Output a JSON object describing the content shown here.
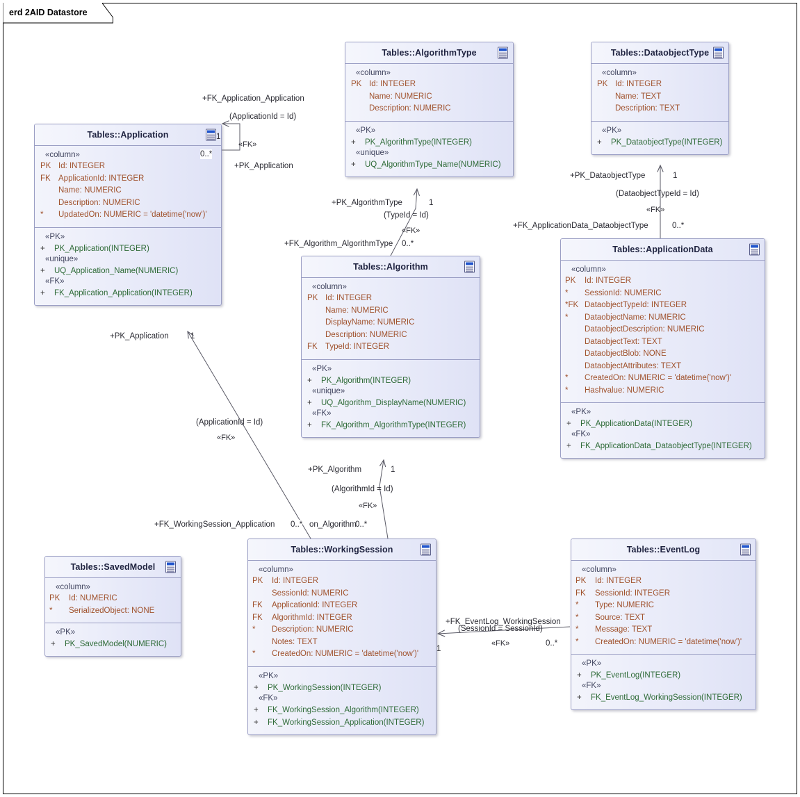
{
  "diagram": {
    "frame_label": "erd 2AID Datastore",
    "kind": "erd",
    "colors": {
      "table_border": "#9a9ec4",
      "table_fill_light": "#f3f4fb",
      "table_fill_dark": "#dfe2f6",
      "attribute_text": "#a0522d",
      "operation_text": "#2f6b38",
      "title_text": "#1f2340",
      "connector": "#5a5a66",
      "icon_accent": "#2255cc"
    }
  },
  "tables": [
    {
      "id": "application",
      "title": "Tables::Application",
      "icon": "table-icon",
      "columns_stereotype": "«column»",
      "columns": [
        {
          "marker": "PK",
          "text": "Id: INTEGER"
        },
        {
          "marker": "FK",
          "text": "ApplicationId: INTEGER"
        },
        {
          "marker": "",
          "text": "Name: NUMERIC"
        },
        {
          "marker": "",
          "text": "Description: NUMERIC"
        },
        {
          "marker": "*",
          "text": "UpdatedOn: NUMERIC = 'datetime('now')'"
        }
      ],
      "groups": [
        {
          "stereotype": "«PK»",
          "items": [
            {
              "vis": "+",
              "text": "PK_Application(INTEGER)"
            }
          ]
        },
        {
          "stereotype": "«unique»",
          "items": [
            {
              "vis": "+",
              "text": "UQ_Application_Name(NUMERIC)"
            }
          ]
        },
        {
          "stereotype": "«FK»",
          "items": [
            {
              "vis": "+",
              "text": "FK_Application_Application(INTEGER)"
            }
          ]
        }
      ]
    },
    {
      "id": "algorithmtype",
      "title": "Tables::AlgorithmType",
      "icon": "table-icon",
      "columns_stereotype": "«column»",
      "columns": [
        {
          "marker": "PK",
          "text": "Id: INTEGER"
        },
        {
          "marker": "",
          "text": "Name: NUMERIC"
        },
        {
          "marker": "",
          "text": "Description: NUMERIC"
        }
      ],
      "groups": [
        {
          "stereotype": "«PK»",
          "items": [
            {
              "vis": "+",
              "text": "PK_AlgorithmType(INTEGER)"
            }
          ]
        },
        {
          "stereotype": "«unique»",
          "items": [
            {
              "vis": "+",
              "text": "UQ_AlgorithmType_Name(NUMERIC)"
            }
          ]
        }
      ]
    },
    {
      "id": "dataobjecttype",
      "title": "Tables::DataobjectType",
      "icon": "table-icon",
      "columns_stereotype": "«column»",
      "columns": [
        {
          "marker": "PK",
          "text": "Id: INTEGER"
        },
        {
          "marker": "",
          "text": "Name: TEXT"
        },
        {
          "marker": "",
          "text": "Description: TEXT"
        }
      ],
      "groups": [
        {
          "stereotype": "«PK»",
          "items": [
            {
              "vis": "+",
              "text": "PK_DataobjectType(INTEGER)"
            }
          ]
        }
      ]
    },
    {
      "id": "algorithm",
      "title": "Tables::Algorithm",
      "icon": "table-icon",
      "columns_stereotype": "«column»",
      "columns": [
        {
          "marker": "PK",
          "text": "Id: INTEGER"
        },
        {
          "marker": "",
          "text": "Name: NUMERIC"
        },
        {
          "marker": "",
          "text": "DisplayName: NUMERIC"
        },
        {
          "marker": "",
          "text": "Description: NUMERIC"
        },
        {
          "marker": "FK",
          "text": "TypeId: INTEGER"
        }
      ],
      "groups": [
        {
          "stereotype": "«PK»",
          "items": [
            {
              "vis": "+",
              "text": "PK_Algorithm(INTEGER)"
            }
          ]
        },
        {
          "stereotype": "«unique»",
          "items": [
            {
              "vis": "+",
              "text": "UQ_Algorithm_DisplayName(NUMERIC)"
            }
          ]
        },
        {
          "stereotype": "«FK»",
          "items": [
            {
              "vis": "+",
              "text": "FK_Algorithm_AlgorithmType(INTEGER)"
            }
          ]
        }
      ]
    },
    {
      "id": "applicationdata",
      "title": "Tables::ApplicationData",
      "icon": "table-icon",
      "columns_stereotype": "«column»",
      "columns": [
        {
          "marker": "PK",
          "text": "Id: INTEGER"
        },
        {
          "marker": "*",
          "text": "SessionId: NUMERIC"
        },
        {
          "marker": "*FK",
          "text": "DataobjectTypeId: INTEGER"
        },
        {
          "marker": "*",
          "text": "DataobjectName: NUMERIC"
        },
        {
          "marker": "",
          "text": "DataobjectDescription: NUMERIC"
        },
        {
          "marker": "",
          "text": "DataobjectText: TEXT"
        },
        {
          "marker": "",
          "text": "DataobjectBlob: NONE"
        },
        {
          "marker": "",
          "text": "DataobjectAttributes: TEXT"
        },
        {
          "marker": "*",
          "text": "CreatedOn: NUMERIC = 'datetime('now')'"
        },
        {
          "marker": "*",
          "text": "Hashvalue: NUMERIC"
        }
      ],
      "groups": [
        {
          "stereotype": "«PK»",
          "items": [
            {
              "vis": "+",
              "text": "PK_ApplicationData(INTEGER)"
            }
          ]
        },
        {
          "stereotype": "«FK»",
          "items": [
            {
              "vis": "+",
              "text": "FK_ApplicationData_DataobjectType(INTEGER)"
            }
          ]
        }
      ]
    },
    {
      "id": "savedmodel",
      "title": "Tables::SavedModel",
      "icon": "table-icon",
      "columns_stereotype": "«column»",
      "columns": [
        {
          "marker": "PK",
          "text": "Id: NUMERIC"
        },
        {
          "marker": "*",
          "text": "SerializedObject: NONE"
        }
      ],
      "groups": [
        {
          "stereotype": "«PK»",
          "items": [
            {
              "vis": "+",
              "text": "PK_SavedModel(NUMERIC)"
            }
          ]
        }
      ]
    },
    {
      "id": "workingsession",
      "title": "Tables::WorkingSession",
      "icon": "table-icon",
      "columns_stereotype": "«column»",
      "columns": [
        {
          "marker": "PK",
          "text": "Id: INTEGER"
        },
        {
          "marker": "",
          "text": "SessionId: NUMERIC"
        },
        {
          "marker": "FK",
          "text": "ApplicationId: INTEGER"
        },
        {
          "marker": "FK",
          "text": "AlgorithmId: INTEGER"
        },
        {
          "marker": "*",
          "text": "Description: NUMERIC"
        },
        {
          "marker": "",
          "text": "Notes: TEXT"
        },
        {
          "marker": "*",
          "text": "CreatedOn: NUMERIC = 'datetime('now')'"
        }
      ],
      "groups": [
        {
          "stereotype": "«PK»",
          "items": [
            {
              "vis": "+",
              "text": "PK_WorkingSession(INTEGER)"
            }
          ]
        },
        {
          "stereotype": "«FK»",
          "items": [
            {
              "vis": "+",
              "text": "FK_WorkingSession_Algorithm(INTEGER)"
            },
            {
              "vis": "+",
              "text": "FK_WorkingSession_Application(INTEGER)"
            }
          ]
        }
      ]
    },
    {
      "id": "eventlog",
      "title": "Tables::EventLog",
      "icon": "table-icon",
      "columns_stereotype": "«column»",
      "columns": [
        {
          "marker": "PK",
          "text": "Id: INTEGER"
        },
        {
          "marker": "FK",
          "text": "SessionId: INTEGER"
        },
        {
          "marker": "*",
          "text": "Type: NUMERIC"
        },
        {
          "marker": "*",
          "text": "Source: TEXT"
        },
        {
          "marker": "*",
          "text": "Message: TEXT"
        },
        {
          "marker": "*",
          "text": "CreatedOn: NUMERIC = 'datetime('now')'"
        }
      ],
      "groups": [
        {
          "stereotype": "«PK»",
          "items": [
            {
              "vis": "+",
              "text": "PK_EventLog(INTEGER)"
            }
          ]
        },
        {
          "stereotype": "«FK»",
          "items": [
            {
              "vis": "+",
              "text": "FK_EventLog_WorkingSession(INTEGER)"
            }
          ]
        }
      ]
    }
  ],
  "connector_labels": {
    "app_self_name": "+FK_Application_Application",
    "app_self_join": "(ApplicationId = Id)",
    "app_self_stereo": "«FK»",
    "app_self_src_mult": "1",
    "app_self_tgt_mult": "0..*",
    "app_self_target_role": "+PK_Application",
    "algtype_role": "+PK_AlgorithmType",
    "algtype_mult": "1",
    "algtype_join": "(TypeId = Id)",
    "algtype_stereo": "«FK»",
    "alg_fk_name": "+FK_Algorithm_AlgorithmType",
    "alg_fk_mult": "0..*",
    "dobjtype_role": "+PK_DataobjectType",
    "dobjtype_mult": "1",
    "dobjtype_join": "(DataobjectTypeId = Id)",
    "dobjtype_stereo": "«FK»",
    "appdata_fk_name": "+FK_ApplicationData_DataobjectType",
    "appdata_fk_mult": "0..*",
    "app_ws_role": "+PK_Application",
    "app_ws_mult": "1",
    "app_ws_join": "(ApplicationId = Id)",
    "app_ws_stereo": "«FK»",
    "ws_app_fk_name": "+FK_WorkingSession_Application",
    "ws_app_fk_mult": "0..*",
    "alg_ws_role": "+PK_Algorithm",
    "alg_ws_mult": "1",
    "alg_ws_join": "(AlgorithmId = Id)",
    "alg_ws_stereo": "«FK»",
    "ws_alg_fk_name": "on_Algorithm",
    "ws_alg_fk_mult": "0..*",
    "evt_fk_name": "+FK_EventLog_WorkingSession",
    "evt_join": "(SessionId = SessionId)",
    "evt_stereo": "«FK»",
    "evt_src_mult": "1",
    "evt_tgt_mult": "0..*"
  }
}
